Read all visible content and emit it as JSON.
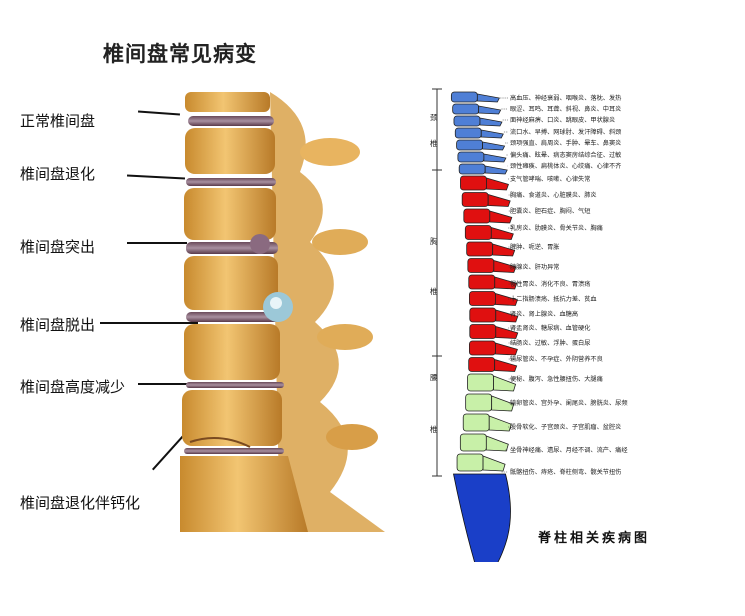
{
  "left": {
    "title": "椎间盘常见病变",
    "labels": [
      "正常椎间盘",
      "椎间盘退化",
      "椎间盘突出",
      "椎间盘脱出",
      "椎间盘高度减少",
      "椎间盘退化伴钙化"
    ]
  },
  "right": {
    "title": "脊柱相关疾病图",
    "regions": [
      "颈",
      "椎",
      "胸",
      "椎",
      "腰",
      "椎"
    ],
    "colors": {
      "cervical": "#4f7fd6",
      "thoracic": "#e01010",
      "lumbar": "#c8f0a8",
      "sacral": "#1a3fc8"
    },
    "labels": [
      "高血压、神经衰弱、咽喉炎、落枕、发热",
      "眼涩、耳鸣、耳聋、斜视、鼻炎、中耳炎",
      "面神经麻痹、口炎、跳眼皮、甲状腺炎",
      "流口水、早搏、网球肘、发汗障碍、斜颈",
      "颈项强直、肩周炎、手肿、晕车、鼻窦炎",
      "偏头痛、眩晕、病态窦房结综合征、过敏",
      "颈性瘫痪、扁桃体炎、心绞痛、心律不齐",
      "支气管哮喘、咳嗽、心律失常",
      "胸痛、食道炎、心脏膜炎、肺炎",
      "胆囊炎、胆石症、胸闷、气短",
      "乳房炎、肋膜炎、骨关节炎、胸痛",
      "脾肿、呃逆、胃胀",
      "胰腺炎、肝功异常",
      "慢性胃炎、消化不良、胃溃疡",
      "十二指肠溃疡、抵抗力差、贫血",
      "肾炎、肾上腺炎、血糖高",
      "肾盂肾炎、糖尿病、血管硬化",
      "结肠炎、过敏、浮肿、蛋白尿",
      "输尿管炎、不孕症、外阴营养不良",
      "便秘、腹泻、急性腰扭伤、大腿痛",
      "输卵管炎、宫外孕、阑尾炎、膀胱炎、尿频",
      "股骨软化、子宫颈炎、子宫肌瘤、盆腔炎",
      "坐骨神经痛、遗尿、月经不调、流产、痛经",
      "骶髂扭伤、痔疮、脊柱侧弯、髋关节扭伤"
    ]
  }
}
